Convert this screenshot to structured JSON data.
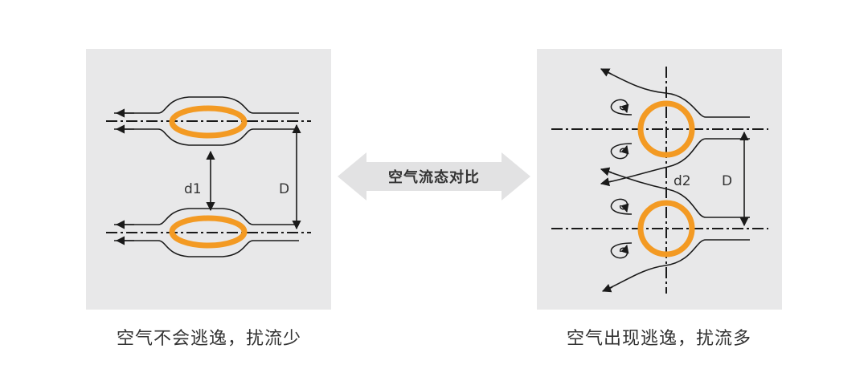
{
  "comparison_label": "空气流态对比",
  "left_panel": {
    "caption": "空气不会逃逸，扰流少",
    "labels": {
      "pitch": "d1",
      "spacing": "D"
    }
  },
  "right_panel": {
    "caption": "空气出现逃逸，扰流多",
    "labels": {
      "pitch": "d2",
      "spacing": "D"
    }
  },
  "colors": {
    "panel_bg": "#e8e8e9",
    "tube": "#f39a23",
    "line": "#1a1a1a",
    "arrow_band": "#e2e2e3",
    "text": "#333333"
  }
}
